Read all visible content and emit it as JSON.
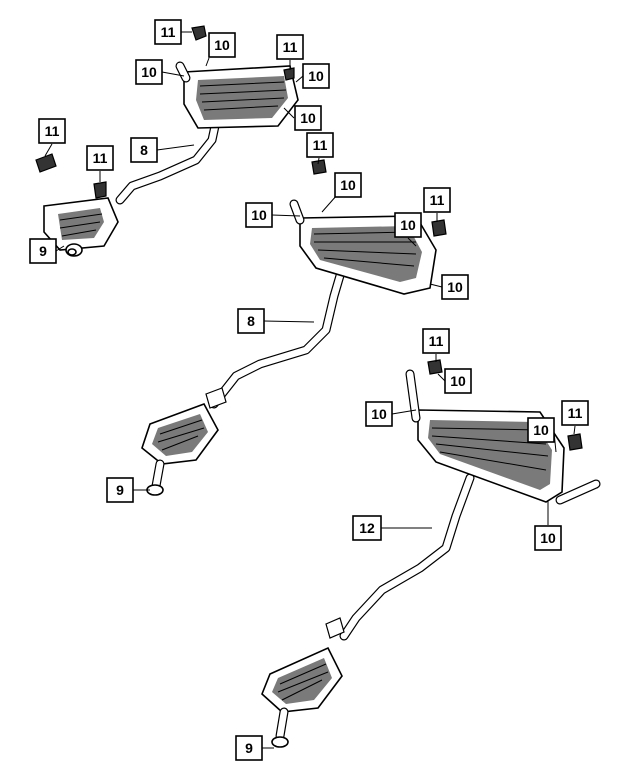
{
  "colors": {
    "line": "#000000",
    "background": "#ffffff",
    "shading": "#7a7a7a"
  },
  "callouts": [
    {
      "id": "c1",
      "label": "11"
    },
    {
      "id": "c2",
      "label": "10"
    },
    {
      "id": "c3",
      "label": "10"
    },
    {
      "id": "c4",
      "label": "11"
    },
    {
      "id": "c5",
      "label": "10"
    },
    {
      "id": "c6",
      "label": "10"
    },
    {
      "id": "c7",
      "label": "11"
    },
    {
      "id": "c8",
      "label": "8"
    },
    {
      "id": "c9",
      "label": "11"
    },
    {
      "id": "c10",
      "label": "11"
    },
    {
      "id": "c11",
      "label": "9"
    },
    {
      "id": "c12",
      "label": "10"
    },
    {
      "id": "c13",
      "label": "10"
    },
    {
      "id": "c14",
      "label": "11"
    },
    {
      "id": "c15",
      "label": "10"
    },
    {
      "id": "c16",
      "label": "10"
    },
    {
      "id": "c17",
      "label": "8"
    },
    {
      "id": "c18",
      "label": "11"
    },
    {
      "id": "c19",
      "label": "10"
    },
    {
      "id": "c20",
      "label": "10"
    },
    {
      "id": "c21",
      "label": "10"
    },
    {
      "id": "c22",
      "label": "11"
    },
    {
      "id": "c23",
      "label": "9"
    },
    {
      "id": "c24",
      "label": "12"
    },
    {
      "id": "c25",
      "label": "10"
    },
    {
      "id": "c26",
      "label": "9"
    }
  ]
}
